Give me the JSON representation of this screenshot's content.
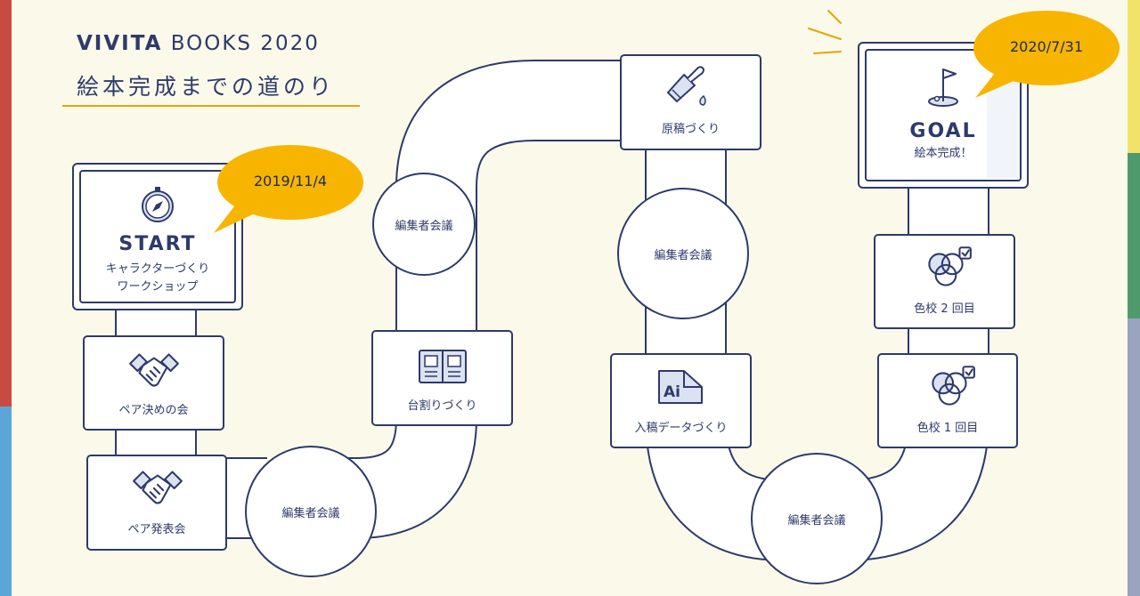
{
  "header": {
    "brand_bold": "VIVITA",
    "brand_light": "BOOKS 2020",
    "subtitle": "絵本完成までの道のり"
  },
  "start": {
    "label": "START",
    "desc1": "キャラクターづくり",
    "desc2": "ワークショップ",
    "date": "2019/11/4",
    "icon": "compass-icon"
  },
  "goal": {
    "label": "GOAL",
    "desc": "絵本完成！",
    "date": "2020/7/31",
    "icon": "golf-flag-icon"
  },
  "steps": {
    "pair_decide": "ペア決めの会",
    "pair_present": "ペア発表会",
    "layout_making": "台割りづくり",
    "manuscript": "原稿づくり",
    "data_making": "入稿データづくり",
    "color_proof_1": "色校 1 回目",
    "color_proof_2": "色校 2 回目"
  },
  "meetings": {
    "meeting_1": "編集者会議",
    "meeting_2": "編集者会議",
    "meeting_3": "編集者会議",
    "meeting_4": "編集者会議"
  },
  "icons": {
    "pair_decide": "handshake-icon",
    "pair_present": "handshake-icon",
    "layout_making": "layout-sheet-icon",
    "manuscript": "paint-brush-icon",
    "data_making": "ai-file-icon",
    "color_proof_1": "color-circles-icon",
    "color_proof_2": "color-circles-icon"
  },
  "colors": {
    "navy": "#2e3a6b",
    "background": "#fbf9ea",
    "bubble": "#f7b500",
    "accent_line": "#e0a800",
    "path_fill": "#ffffff",
    "icon_fill": "#dbe2f2"
  }
}
